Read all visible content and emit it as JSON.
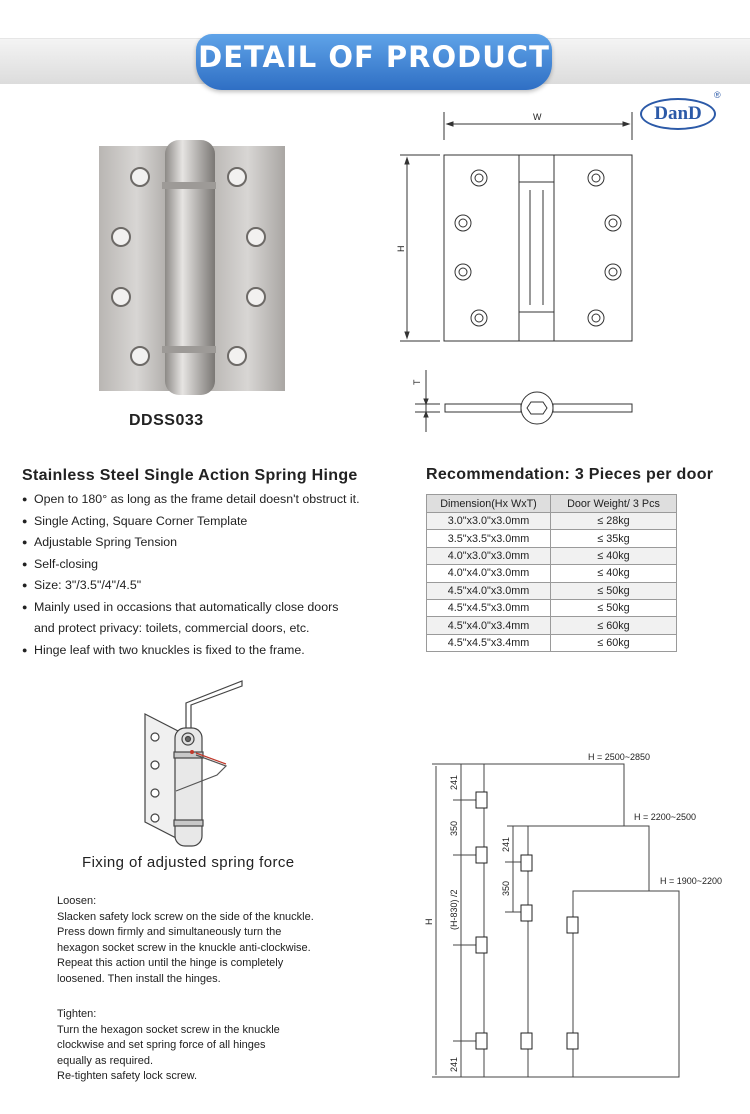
{
  "header": {
    "title": "DETAIL OF PRODUCT"
  },
  "logo": {
    "text": "DanD",
    "reg": "®"
  },
  "product": {
    "model": "DDSS033",
    "title": "Stainless Steel Single Action Spring Hinge",
    "features": [
      "Open to 180° as long as the frame detail doesn't obstruct it.",
      "Single Acting, Square Corner Template",
      "Adjustable Spring Tension",
      "Self-closing",
      "Size: 3\"/3.5\"/4\"/4.5\"",
      "Mainly used in occasions that automatically close doors",
      "Hinge leaf with two knuckles is fixed to the frame."
    ],
    "feature_continuation": "and protect privacy: toilets, commercial doors, etc."
  },
  "drawing": {
    "w": "W",
    "h": "H",
    "t": "T"
  },
  "recommendation": {
    "title": "Recommendation: 3 Pieces per door",
    "columns": [
      "Dimension(Hx WxT)",
      "Door Weight/ 3 Pcs"
    ],
    "rows": [
      [
        "3.0\"x3.0\"x3.0mm",
        "≤ 28kg"
      ],
      [
        "3.5\"x3.5\"x3.0mm",
        "≤ 35kg"
      ],
      [
        "4.0\"x3.0\"x3.0mm",
        "≤ 40kg"
      ],
      [
        "4.0\"x4.0\"x3.0mm",
        "≤ 40kg"
      ],
      [
        "4.5\"x4.0\"x3.0mm",
        "≤ 50kg"
      ],
      [
        "4.5\"x4.5\"x3.0mm",
        "≤ 50kg"
      ],
      [
        "4.5\"x4.0\"x3.4mm",
        "≤ 60kg"
      ],
      [
        "4.5\"x4.5\"x3.4mm",
        "≤ 60kg"
      ]
    ]
  },
  "fixing": {
    "caption": "Fixing of adjusted spring force",
    "loosen": [
      "Loosen:",
      "Slacken safety lock screw on the side of the knuckle.",
      "Press down firmly and simultaneously turn the",
      "hexagon socket screw in the knuckle anti-clockwise.",
      "Repeat this action until the hinge is completely",
      "loosened. Then install the hinges."
    ],
    "tighten": [
      "Tighten:",
      "Turn the hexagon socket screw in the knuckle",
      "clockwise and set spring force of all hinges",
      "equally as required.",
      "Re-tighten safety lock screw."
    ]
  },
  "door_diagram": {
    "h1": "H = 2500~2850",
    "h2": "H = 2200~2500",
    "h3": "H = 1900~2200",
    "d241": "241",
    "d350": "350",
    "dmid": "(H-830) /2",
    "dh": "H"
  }
}
